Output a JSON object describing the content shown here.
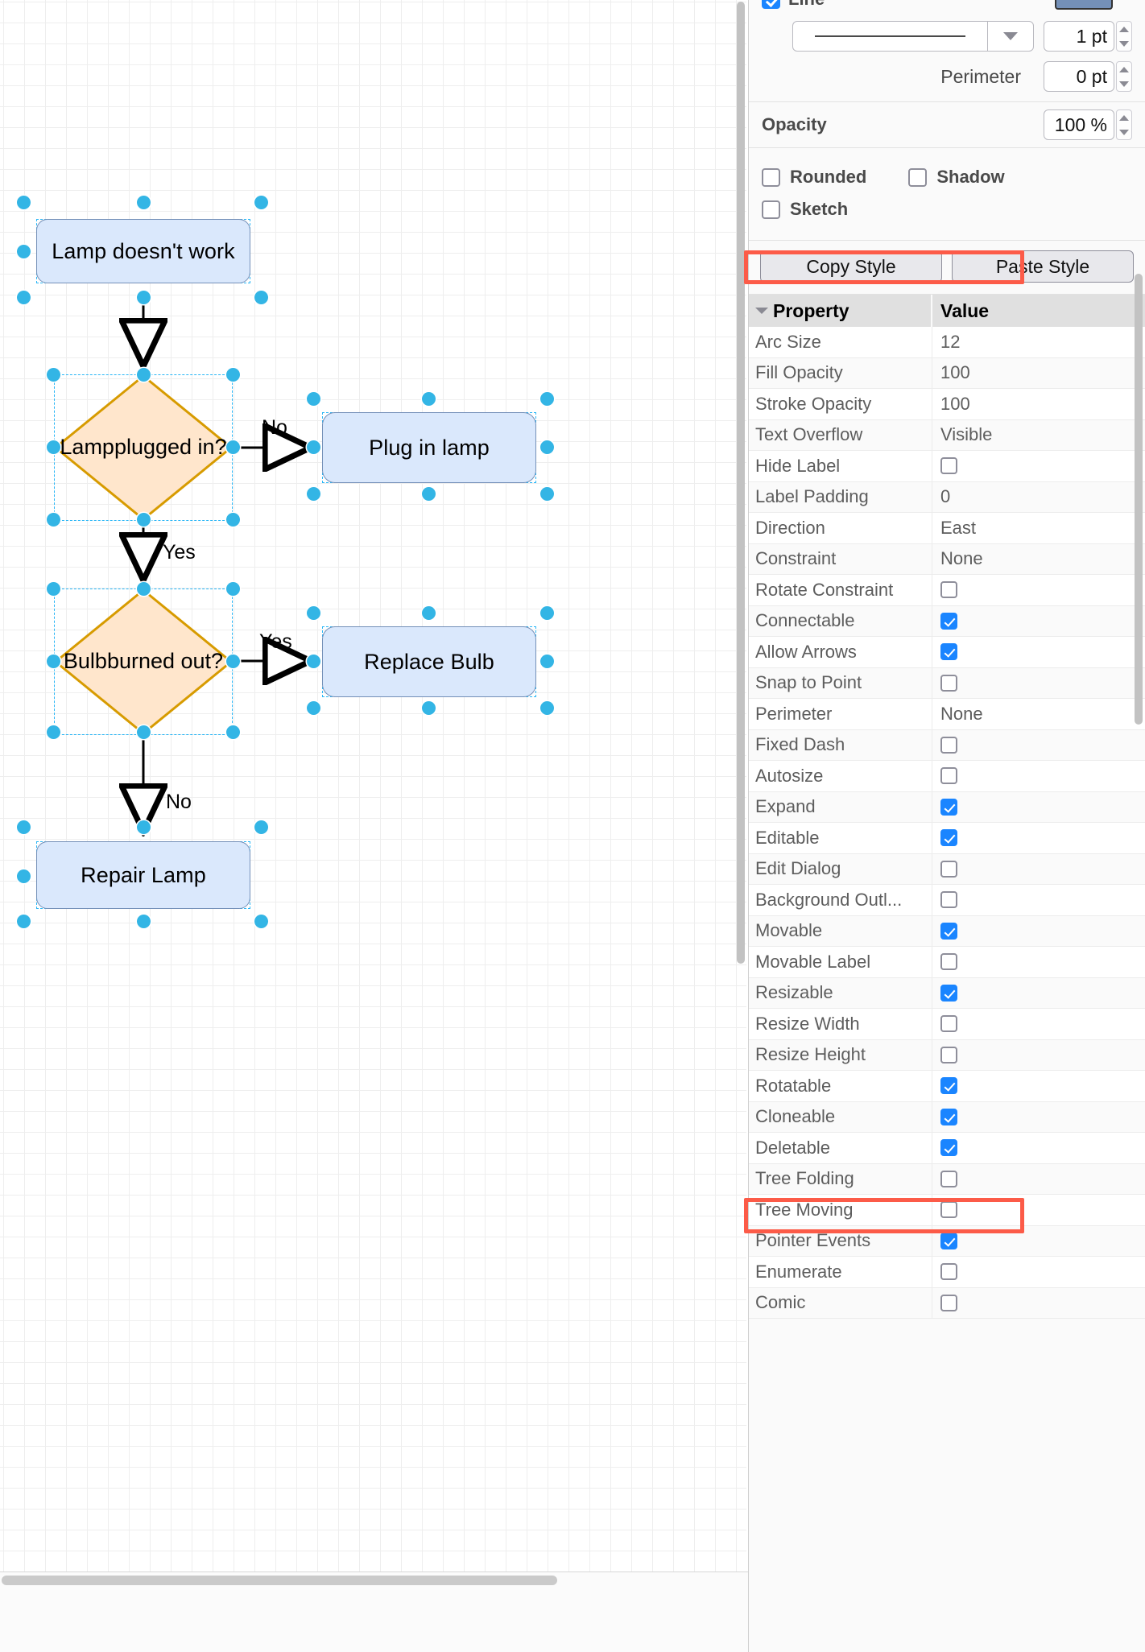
{
  "canvas": {
    "nodes": [
      {
        "id": "start",
        "label": "Lamp doesn't work",
        "shape": "process",
        "selected": true
      },
      {
        "id": "plugged",
        "label": "Lamp\nplugged in?",
        "shape": "decision",
        "selected": true
      },
      {
        "id": "plug",
        "label": "Plug in lamp",
        "shape": "process",
        "selected": true
      },
      {
        "id": "bulb",
        "label": "Bulb\nburned out?",
        "shape": "decision",
        "selected": true
      },
      {
        "id": "replace",
        "label": "Replace Bulb",
        "shape": "process",
        "selected": true
      },
      {
        "id": "repair",
        "label": "Repair Lamp",
        "shape": "process",
        "selected": true
      }
    ],
    "edge_labels": [
      {
        "id": "plugged-no",
        "text": "No"
      },
      {
        "id": "plugged-yes",
        "text": "Yes"
      },
      {
        "id": "bulb-yes",
        "text": "Yes"
      },
      {
        "id": "bulb-no",
        "text": "No"
      }
    ],
    "colors": {
      "process_fill": "#dae8fc",
      "process_stroke": "#7490b8",
      "decision_fill": "#ffe6cc",
      "decision_stroke": "#d79b00",
      "selection": "#33b5e5",
      "edge": "#000000"
    }
  },
  "panel": {
    "line": {
      "label": "Line",
      "checked": true,
      "style_preview": "solid-line",
      "width_value": "1 pt",
      "perimeter_label": "Perimeter",
      "perimeter_value": "0 pt"
    },
    "opacity": {
      "label": "Opacity",
      "value": "100 %"
    },
    "toggles": [
      {
        "label": "Rounded",
        "checked": false
      },
      {
        "label": "Shadow",
        "checked": false
      },
      {
        "label": "Sketch",
        "checked": false
      }
    ],
    "style_buttons": {
      "copy": "Copy Style",
      "paste": "Paste Style"
    },
    "table": {
      "headers": {
        "property": "Property",
        "value": "Value"
      },
      "sort_indicator": "caret-down-icon",
      "rows": [
        {
          "property": "Arc Size",
          "type": "text",
          "value": "12"
        },
        {
          "property": "Fill Opacity",
          "type": "text",
          "value": "100"
        },
        {
          "property": "Stroke Opacity",
          "type": "text",
          "value": "100"
        },
        {
          "property": "Text Overflow",
          "type": "text",
          "value": "Visible"
        },
        {
          "property": "Hide Label",
          "type": "checkbox",
          "checked": false
        },
        {
          "property": "Label Padding",
          "type": "text",
          "value": "0"
        },
        {
          "property": "Direction",
          "type": "text",
          "value": "East"
        },
        {
          "property": "Constraint",
          "type": "text",
          "value": "None"
        },
        {
          "property": "Rotate Constraint",
          "type": "checkbox",
          "checked": false
        },
        {
          "property": "Connectable",
          "type": "checkbox",
          "checked": true
        },
        {
          "property": "Allow Arrows",
          "type": "checkbox",
          "checked": true
        },
        {
          "property": "Snap to Point",
          "type": "checkbox",
          "checked": false
        },
        {
          "property": "Perimeter",
          "type": "text",
          "value": "None"
        },
        {
          "property": "Fixed Dash",
          "type": "checkbox",
          "checked": false
        },
        {
          "property": "Autosize",
          "type": "checkbox",
          "checked": false
        },
        {
          "property": "Expand",
          "type": "checkbox",
          "checked": true
        },
        {
          "property": "Editable",
          "type": "checkbox",
          "checked": true
        },
        {
          "property": "Edit Dialog",
          "type": "checkbox",
          "checked": false
        },
        {
          "property": "Background Outl...",
          "type": "checkbox",
          "checked": false
        },
        {
          "property": "Movable",
          "type": "checkbox",
          "checked": true
        },
        {
          "property": "Movable Label",
          "type": "checkbox",
          "checked": false
        },
        {
          "property": "Resizable",
          "type": "checkbox",
          "checked": true
        },
        {
          "property": "Resize Width",
          "type": "checkbox",
          "checked": false
        },
        {
          "property": "Resize Height",
          "type": "checkbox",
          "checked": false
        },
        {
          "property": "Rotatable",
          "type": "checkbox",
          "checked": true
        },
        {
          "property": "Cloneable",
          "type": "checkbox",
          "checked": true
        },
        {
          "property": "Deletable",
          "type": "checkbox",
          "checked": true
        },
        {
          "property": "Tree Folding",
          "type": "checkbox",
          "checked": false
        },
        {
          "property": "Tree Moving",
          "type": "checkbox",
          "checked": false
        },
        {
          "property": "Pointer Events",
          "type": "checkbox",
          "checked": true
        },
        {
          "property": "Enumerate",
          "type": "checkbox",
          "checked": false
        },
        {
          "property": "Comic",
          "type": "checkbox",
          "checked": false
        }
      ]
    },
    "highlights": [
      {
        "target": "table-header-row",
        "color": "#fc5b48"
      },
      {
        "target": "row-enumerate",
        "color": "#fc5b48"
      }
    ]
  }
}
